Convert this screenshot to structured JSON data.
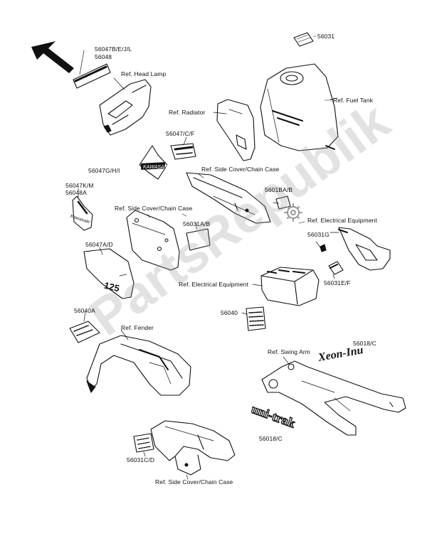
{
  "labels": {
    "p56047b": "56047B/E/J/L",
    "p56048": "56048",
    "ref_head_lamp": "Ref. Head Lamp",
    "p56031_top": "56031",
    "ref_fuel_tank": "Ref. Fuel Tank",
    "ref_radiator": "Ref. Radiator",
    "p56047cf": "56047/C/F",
    "p56047ghi": "56047G/H/I",
    "ref_side_cover_1": "Ref. Side Cover/Chain Case",
    "p56047km": "56047K/M",
    "p56048a": "56048A",
    "ref_side_cover_2": "Ref. Side Cover/Chain Case",
    "p56018ab": "5601BA/B",
    "ref_elec_1": "Ref. Electrical Equipment",
    "p56031ab": "56031A/B",
    "p56031g": "56031G",
    "p56047ad": "56047A/D",
    "ref_elec_2": "Ref. Electrical Equipment",
    "p56031ef": "56031E/F",
    "p56040a": "56040A",
    "p56040": "56040",
    "ref_fender": "Ref. Fender",
    "ref_swing_arm": "Ref. Swing Arm",
    "p56018c_top": "56018/C",
    "p56018c_bot": "56018/C",
    "p56031cd": "56031C/D",
    "ref_side_cover_3": "Ref. Side Cover/Chain Case"
  },
  "decals": {
    "number_125": "125",
    "kawasaki_small": "Kawasaki",
    "uni_trak": "uni-trak"
  },
  "watermark": "PartsRepublik",
  "colors": {
    "ink": "#111111",
    "watermark": "#969696",
    "background": "#ffffff"
  }
}
